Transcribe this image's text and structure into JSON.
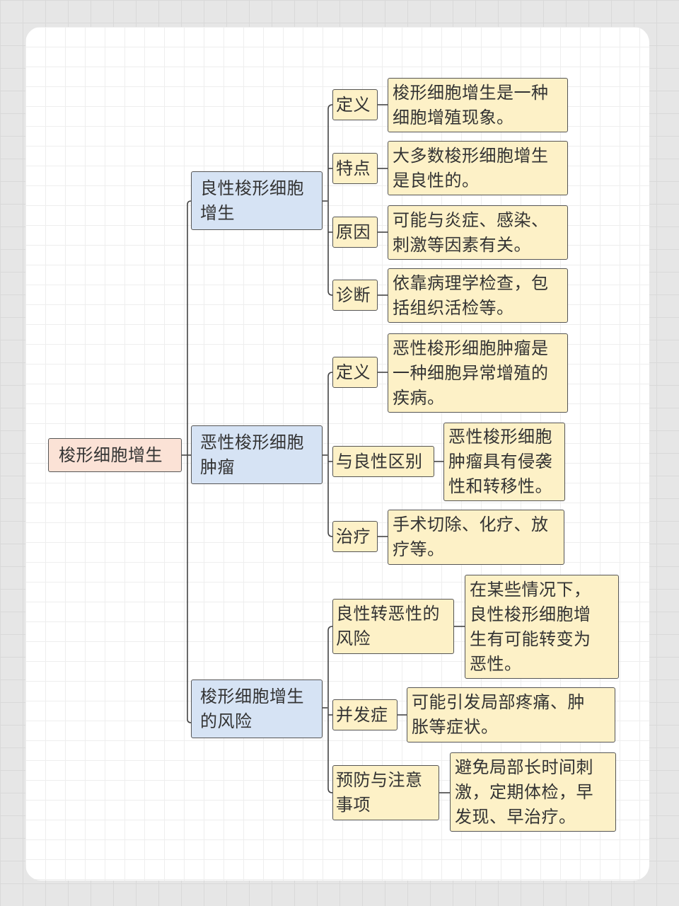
{
  "root": "梭形细胞增生",
  "branches": [
    {
      "label": "良性梭形细胞\n增生",
      "children": [
        {
          "key": "定义",
          "text": "梭形细胞增生是一种\n细胞增殖现象。"
        },
        {
          "key": "特点",
          "text": "大多数梭形细胞增生\n是良性的。"
        },
        {
          "key": "原因",
          "text": "可能与炎症、感染、\n刺激等因素有关。"
        },
        {
          "key": "诊断",
          "text": "依靠病理学检查，包\n括组织活检等。"
        }
      ]
    },
    {
      "label": "恶性梭形细胞\n肿瘤",
      "children": [
        {
          "key": "定义",
          "text": "恶性梭形细胞肿瘤是\n一种细胞异常增殖的\n疾病。"
        },
        {
          "key": "与良性区别",
          "text": "恶性梭形细胞\n肿瘤具有侵袭\n性和转移性。"
        },
        {
          "key": "治疗",
          "text": "手术切除、化疗、放\n疗等。"
        }
      ]
    },
    {
      "label": "梭形细胞增生\n的风险",
      "children": [
        {
          "key": "良性转恶性的\n风险",
          "text": "在某些情况下，\n良性梭形细胞增\n生有可能转变为\n恶性。"
        },
        {
          "key": "并发症",
          "text": "可能引发局部疼痛、肿\n胀等症状。"
        },
        {
          "key": "预防与注意\n事项",
          "text": "避免局部长时间刺\n激，定期体检，早\n发现、早治疗。"
        }
      ]
    }
  ]
}
